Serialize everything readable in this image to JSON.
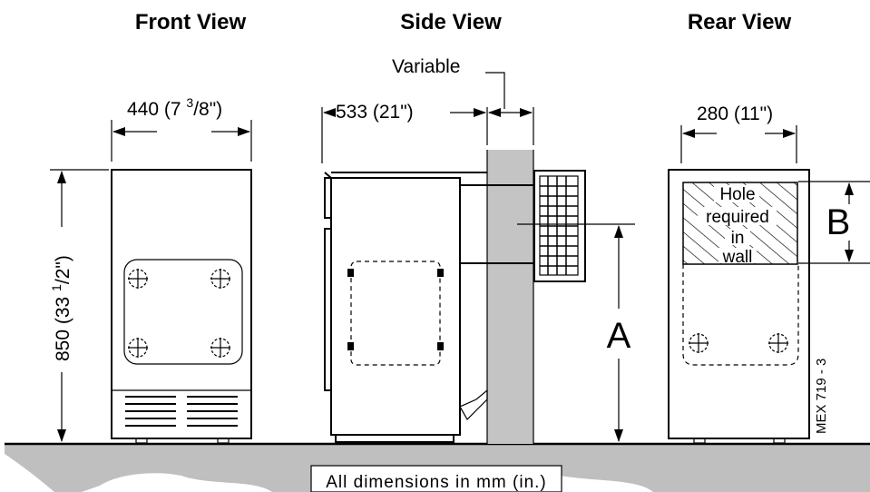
{
  "views": {
    "front": "Front View",
    "side": "Side View",
    "rear": "Rear View"
  },
  "dimensions": {
    "front_width": "440 (7 3/8\")",
    "front_width_main": "440 (7 ",
    "front_width_sup": "3",
    "front_width_sub": "/8",
    "front_width_end": "\")",
    "height_main": "850 (33 ",
    "height_sup": "1",
    "height_sub": "/2",
    "height_end": "\")",
    "side_depth": "533 (21\")",
    "variable": "Variable",
    "rear_width": "280 (11\")",
    "A": "A",
    "B": "B"
  },
  "hole_label": [
    "Hole",
    "required",
    "in",
    "wall"
  ],
  "reference": "MEX 719 - 3",
  "footnote": "All dimensions in mm (in.)"
}
